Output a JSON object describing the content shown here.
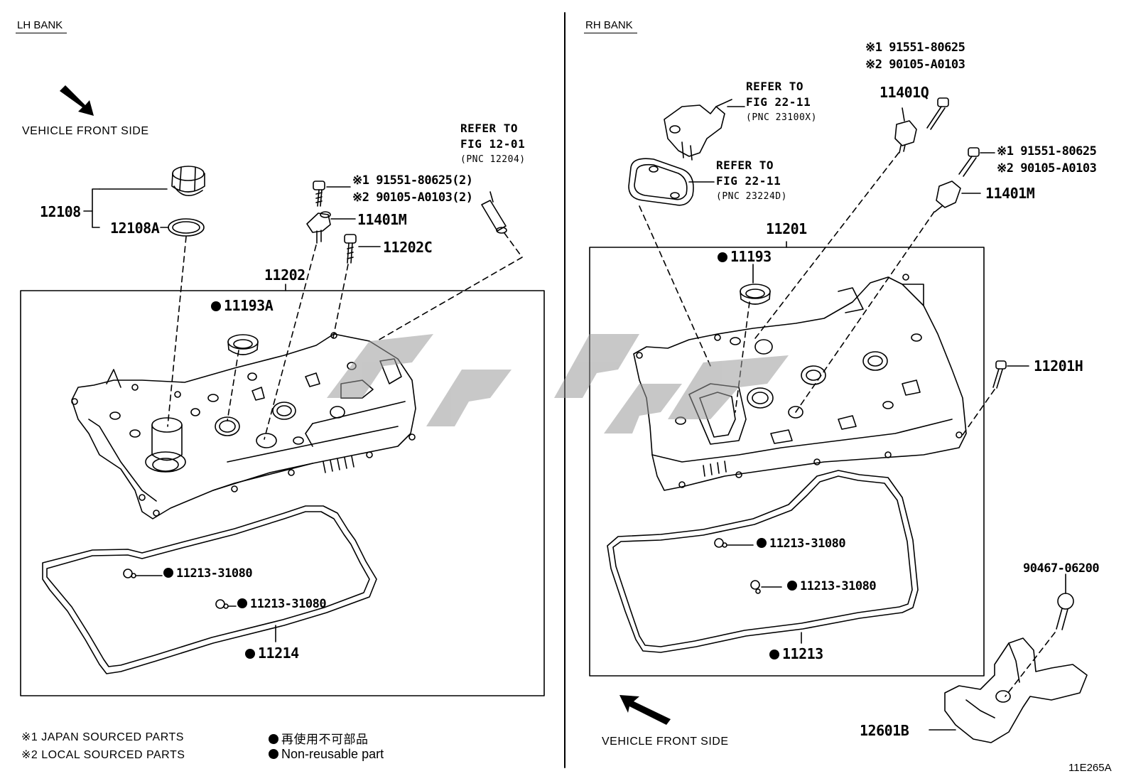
{
  "banks": {
    "lh": "LH BANK",
    "rh": "RH BANK"
  },
  "direction": {
    "lh": "VEHICLE FRONT SIDE",
    "rh": "VEHICLE FRONT SIDE"
  },
  "lh_parts": {
    "p12108": "12108",
    "p12108A": "12108A",
    "p11202": "11202",
    "p11193A": "11193A",
    "p11401M": "11401M",
    "p11202C": "11202C",
    "note1": "※1 91551-80625(2)",
    "note2": "※2 90105-A0103(2)",
    "gasket_clip1": "11213-31080",
    "gasket_clip2": "11213-31080",
    "p11214": "11214",
    "ref_line1": "REFER TO",
    "ref_line2": "FIG 12-01",
    "ref_line3": "(PNC 12204)"
  },
  "rh_parts": {
    "ref1_line1": "REFER TO",
    "ref1_line2": "FIG 22-11",
    "ref1_line3": "(PNC 23100X)",
    "ref2_line1": "REFER TO",
    "ref2_line2": "FIG 22-11",
    "ref2_line3": "(PNC 23224D)",
    "note1a": "※1 91551-80625",
    "note2a": "※2 90105-A0103",
    "p11401Q": "11401Q",
    "note1b": "※1 91551-80625",
    "note2b": "※2 90105-A0103",
    "p11401M": "11401M",
    "p11201": "11201",
    "p11193": "11193",
    "p11201H": "11201H",
    "gasket_clip1": "11213-31080",
    "gasket_clip2": "11213-31080",
    "p11213": "11213",
    "p90467": "90467-06200",
    "p12601B": "12601B"
  },
  "legend": {
    "japan": "※1 JAPAN SOURCED PARTS",
    "local": "※2 LOCAL SOURCED PARTS",
    "nonreuse_jp": "再使用不可部品",
    "nonreuse_en": "Non-reusable part"
  },
  "figure_code": "11E265A"
}
